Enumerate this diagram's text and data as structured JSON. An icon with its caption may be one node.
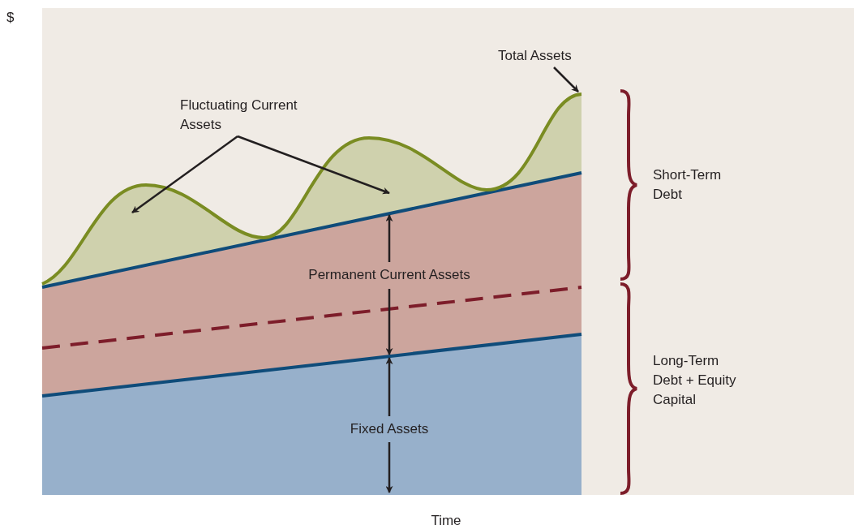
{
  "diagram": {
    "nodes": [
      {
        "text": [
          "Fluctuating Current Assets"
        ]
      },
      {
        "text": [
          "Total Assets"
        ]
      }
    ],
    "edges": [
      {
        "from": 0,
        "to": null,
        "arrow": "to"
      },
      {
        "from": 0,
        "to": null,
        "arrow": "to"
      },
      {
        "from": 1,
        "to": null,
        "arrow": "to"
      }
    ],
    "labels": [
      "$",
      "Short-Term Debt",
      "Permanent Current Assets",
      "Long-Term Debt + Equity Capital",
      "Fixed Assets",
      "Time"
    ]
  }
}
